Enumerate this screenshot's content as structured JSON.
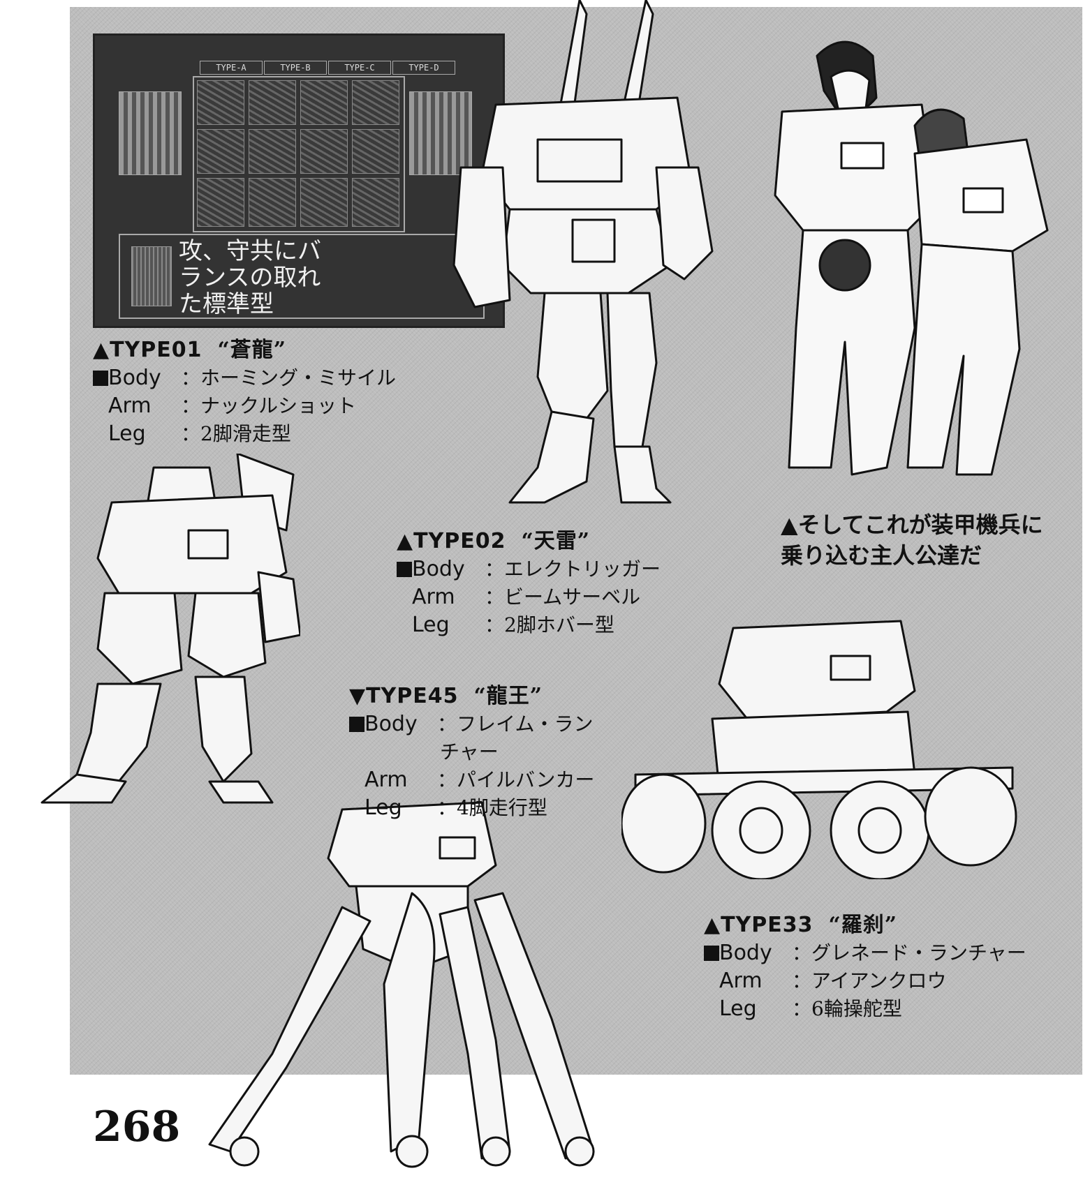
{
  "page_number": "268",
  "screenshot": {
    "tabs": [
      "TYPE-A",
      "TYPE-B",
      "TYPE-C",
      "TYPE-D"
    ],
    "message_lines": [
      "攻、守共にバ",
      "ランスの取れ",
      "た標準型"
    ]
  },
  "type01": {
    "title": "▲TYPE01",
    "name": "“蒼龍”",
    "body_label": "Body",
    "body_value": "：ホーミング・ミサイル",
    "arm_label": "Arm",
    "arm_value": "：ナックルショット",
    "leg_label": "Leg",
    "leg_value": "：2脚滑走型"
  },
  "type02": {
    "title": "▲TYPE02",
    "name": "“天雷”",
    "body_label": "Body",
    "body_value": "：エレクトリッガー",
    "arm_label": "Arm",
    "arm_value": "：ビームサーベル",
    "leg_label": "Leg",
    "leg_value": "：2脚ホバー型"
  },
  "type45": {
    "title": "▼TYPE45",
    "name": "“龍王”",
    "body_label": "Body",
    "body_value": "：フレイム・ラン",
    "body_value_cont": "チャー",
    "arm_label": "Arm",
    "arm_value": "：パイルバンカー",
    "leg_label": "Leg",
    "leg_value": "：4脚走行型"
  },
  "type33": {
    "title": "▲TYPE33",
    "name": "“羅刹”",
    "body_label": "Body",
    "body_value": "：グレネード・ランチャー",
    "arm_label": "Arm",
    "arm_value": "：アイアンクロウ",
    "leg_label": "Leg",
    "leg_value": "：6輪操舵型"
  },
  "heroes_caption": {
    "line1": "▲そしてこれが装甲機兵に",
    "line2": "乗り込む主人公達だ"
  },
  "colors": {
    "panel": "#bdbdbd",
    "ink": "#111111"
  }
}
